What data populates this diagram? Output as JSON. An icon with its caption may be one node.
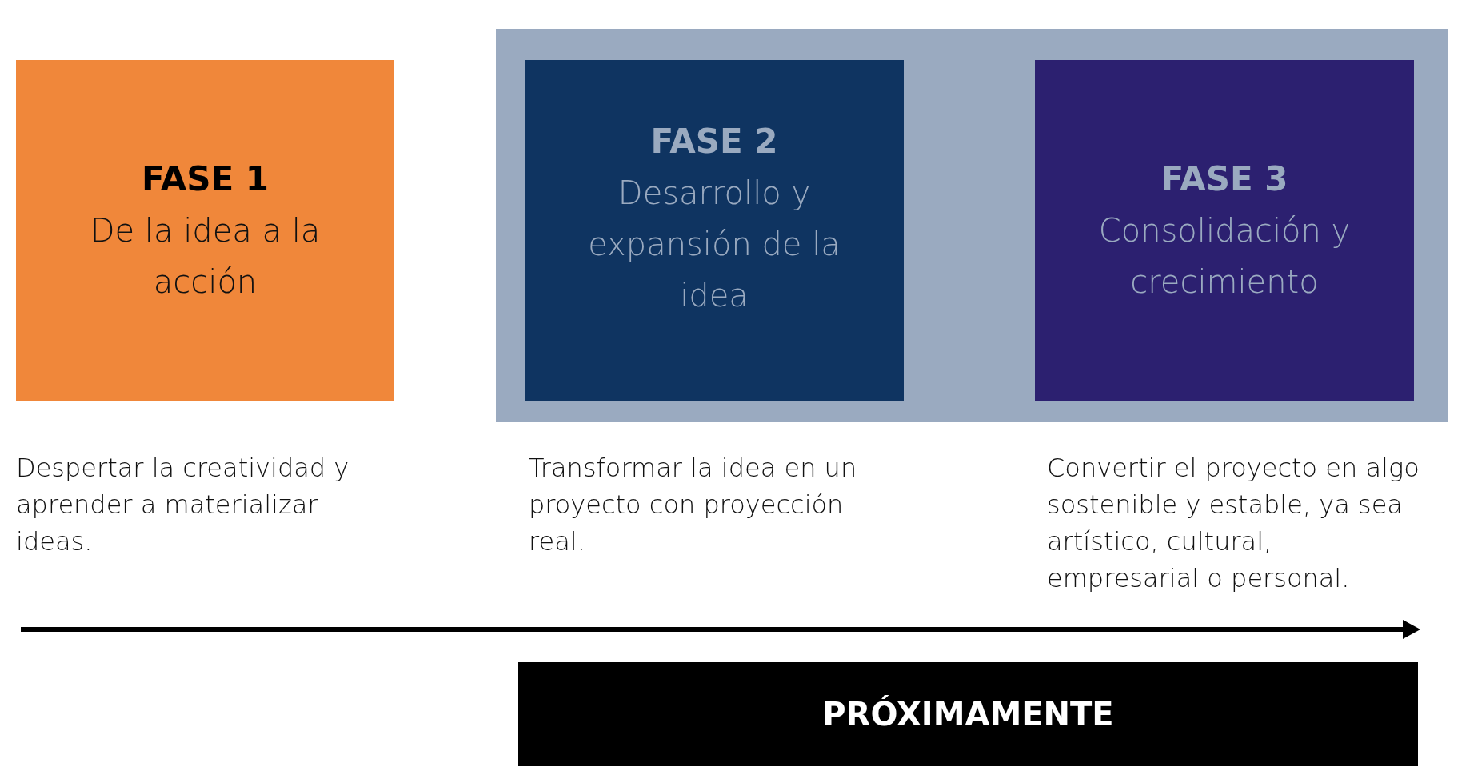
{
  "diagram": {
    "nodes": [
      {
        "text": [
          "FASE 1",
          "De la idea a la acción"
        ],
        "beside": [
          "Despertar la creatividad y aprender a materializar ideas."
        ]
      },
      {
        "text": [],
        "shape": "box"
      },
      {
        "text": [
          "FASE 2",
          "Desarrollo y expansión de la idea"
        ],
        "in": 1,
        "beside": [
          "Transformar la idea en un proyecto con proyección real."
        ]
      },
      {
        "text": [
          "FASE 3",
          "Consolidación y crecimiento"
        ],
        "in": 1,
        "beside": [
          "Convertir el proyecto en algo sostenible y estable, ya sea artístico, cultural, empresarial o personal."
        ]
      },
      {
        "text": [
          "PRÓXIMAMENTE"
        ]
      }
    ]
  }
}
